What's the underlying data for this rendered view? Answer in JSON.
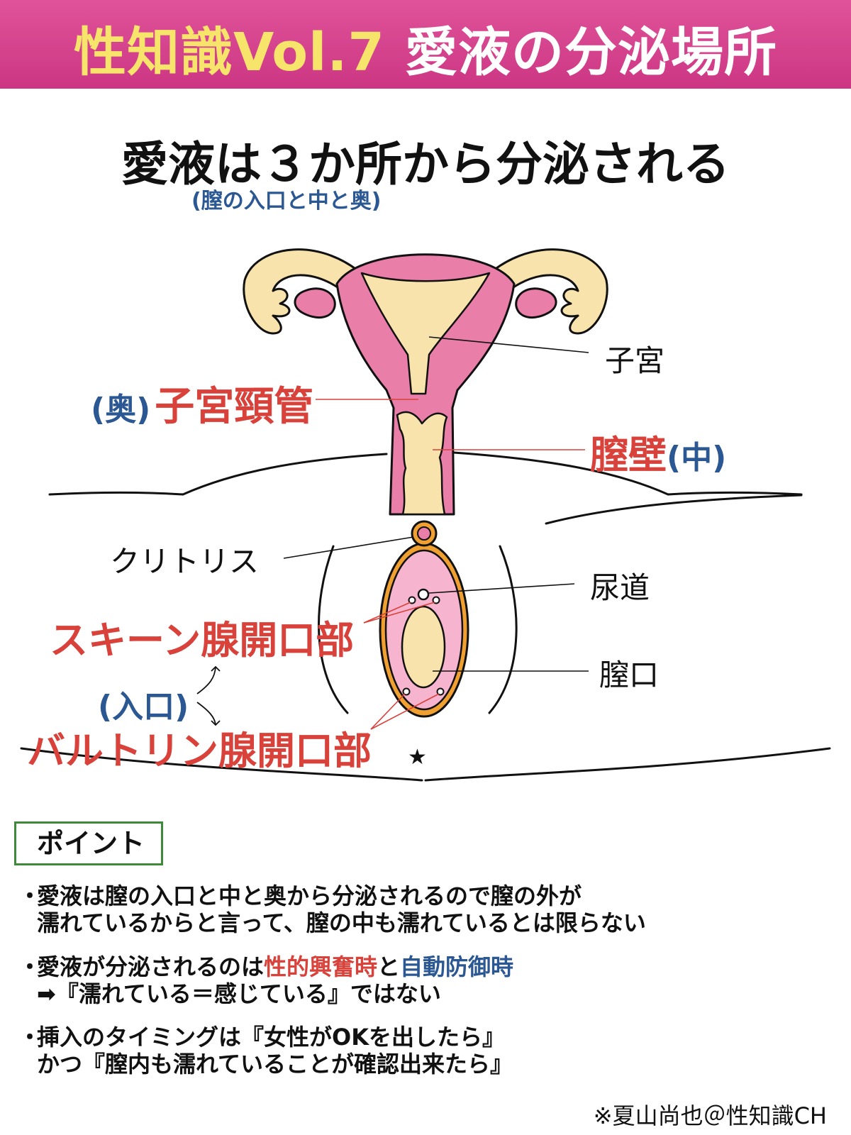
{
  "header": {
    "series": "性知識Vol.7",
    "topic": "愛液の分泌場所",
    "bg_color": "#d8448f",
    "series_color": "#f7e56b"
  },
  "headline": "愛液は３か所から分泌される",
  "subheadline": "(膣の入口と中と奥)",
  "labels": {
    "uterus": "子宮",
    "cervical_canal_tag": "(奥)",
    "cervical_canal": "子宮頸管",
    "vaginal_wall": "膣壁",
    "vaginal_wall_tag": "(中)",
    "clitoris": "クリトリス",
    "urethra": "尿道",
    "vaginal_opening": "膣口",
    "skene_glands": "スキーン腺開口部",
    "entrance_tag": "(入口)",
    "bartholin_glands": "バルトリン腺開口部",
    "anus_mark": "★"
  },
  "colors": {
    "accent_red": "#d8423a",
    "accent_blue": "#2b5792",
    "tissue_pink": "#e97fa8",
    "tissue_cream": "#f8e3ad",
    "vulva_orange": "#f0a030",
    "point_border": "#3e8a3a"
  },
  "points": {
    "title": "ポイント",
    "bullet_mark": "・",
    "items": [
      {
        "line1": "愛液は膣の入口と中と奥から分泌されるので膣の外が",
        "line2": "濡れているからと言って、膣の中も濡れているとは限らない"
      },
      {
        "line1_a": "愛液が分泌されるのは",
        "line1_b": "性的興奮時",
        "line1_c": "と",
        "line1_d": "自動防御時",
        "line2": "➡『濡れている＝感じている』ではない"
      },
      {
        "line1": "挿入のタイミングは『女性がOKを出したら』",
        "line2": "かつ『膣内も濡れていることが確認出来たら』"
      }
    ]
  },
  "credit": "※夏山尚也＠性知識CH"
}
